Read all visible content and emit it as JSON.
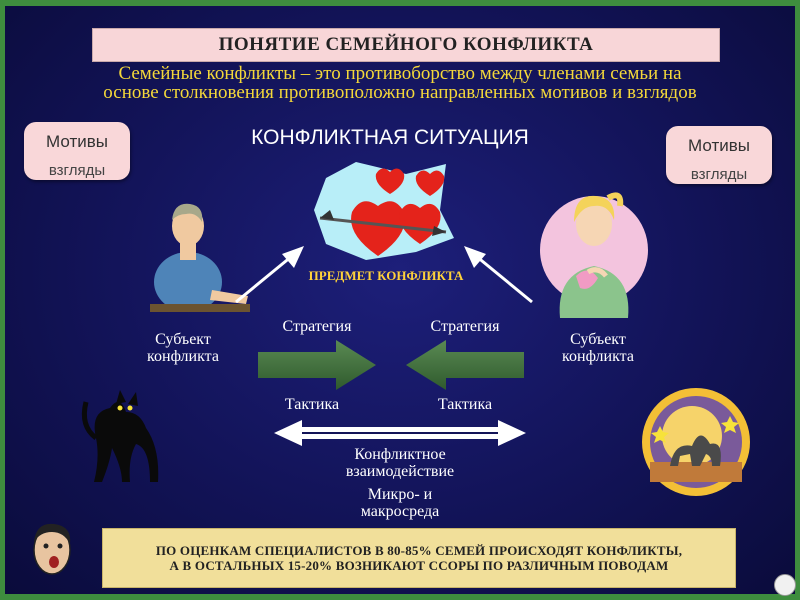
{
  "title": "ПОНЯТИЕ СЕМЕЙНОГО КОНФЛИКТА",
  "definition": {
    "line1": "Семейные конфликты – это противоборство между членами семьи на",
    "line2": "основе столкновения противоположно направленных мотивов и взглядов"
  },
  "situation_title": "КОНФЛИКТНАЯ СИТУАЦИЯ",
  "bubble_left": {
    "line1": "Мотивы",
    "line2": "взгляды"
  },
  "bubble_right": {
    "line1": "Мотивы",
    "line2": "взгляды"
  },
  "subject_of_conflict": "ПРЕДМЕТ КОНФЛИКТА",
  "subject_left": {
    "line1": "Субъект",
    "line2": "конфликта"
  },
  "subject_right": {
    "line1": "Субъект",
    "line2": "конфликта"
  },
  "strategy_left": "Стратегия",
  "strategy_right": "Стратегия",
  "tactic_left": "Тактика",
  "tactic_right": "Тактика",
  "interaction": {
    "line1": "Конфликтное",
    "line2": "взаимодействие"
  },
  "environment": {
    "line1": "Микро- и",
    "line2": "макросреда"
  },
  "footer": {
    "line1": "ПО ОЦЕНКАМ СПЕЦИАЛИСТОВ В 80-85% СЕМЕЙ ПРОИСХОДЯТ КОНФЛИКТЫ,",
    "line2": "А В ОСТАЛЬНЫХ 15-20% ВОЗНИКАЮТ ССОРЫ ПО РАЗЛИЧНЫМ ПОВОДАМ"
  },
  "colors": {
    "background": "#121357",
    "title_box": "#f8d6d8",
    "definition_text": "#f4d83a",
    "footer_box": "#f1df9a",
    "arrow_green": "#3d6b3a",
    "accent_yellow": "#ffd23a"
  },
  "icons": [
    "man-figure-icon",
    "woman-figure-icon",
    "hearts-arrow-icon",
    "black-cat-icon",
    "cat-moon-icon",
    "face-icon"
  ]
}
